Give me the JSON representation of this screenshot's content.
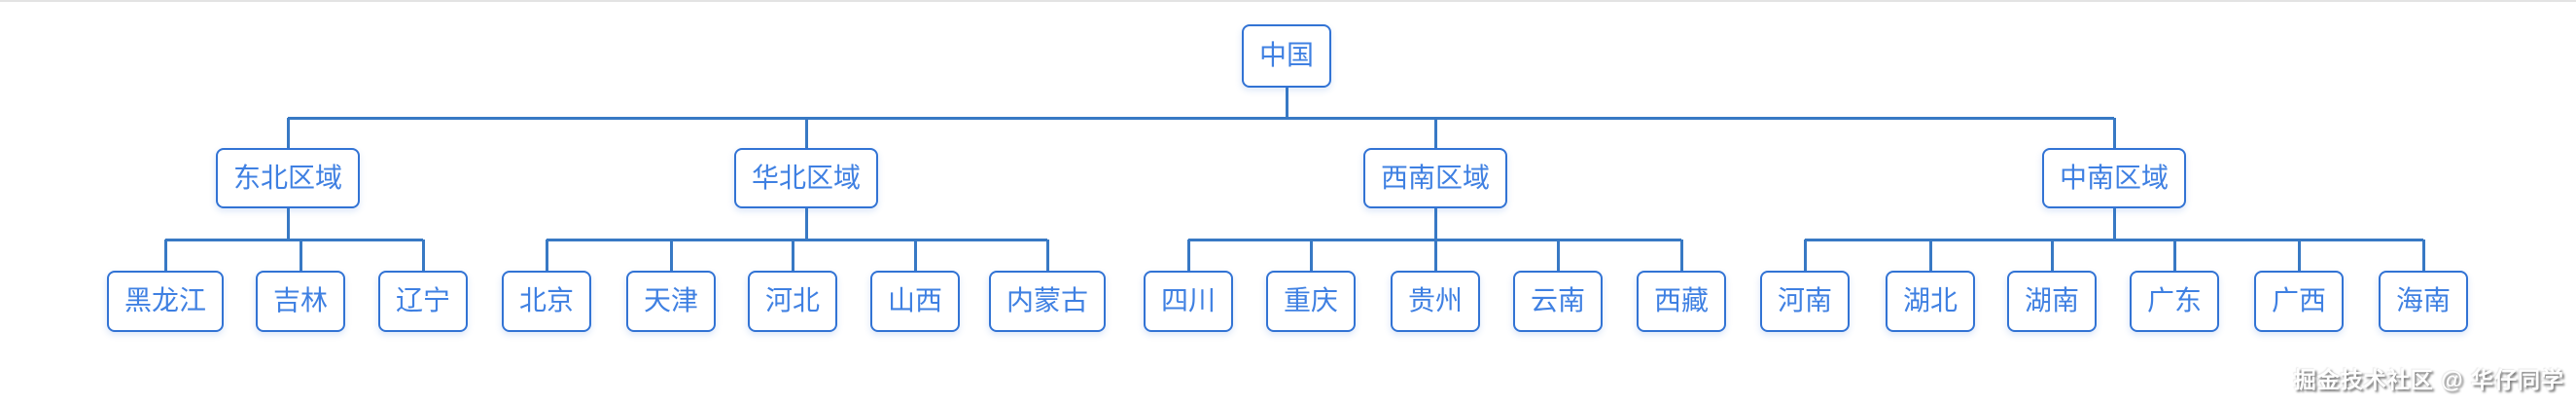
{
  "page": {
    "watermark": "掘金技术社区 @ 华仔同学"
  },
  "colors": {
    "node_border": "#3273d4",
    "node_text": "#3f80e2",
    "connector": "#3879c4"
  },
  "tree": {
    "root": {
      "label": "中国"
    },
    "regions": [
      {
        "label": "东北区域",
        "children": [
          {
            "label": "黑龙江"
          },
          {
            "label": "吉林"
          },
          {
            "label": "辽宁"
          }
        ]
      },
      {
        "label": "华北区域",
        "children": [
          {
            "label": "北京"
          },
          {
            "label": "天津"
          },
          {
            "label": "河北"
          },
          {
            "label": "山西"
          },
          {
            "label": "内蒙古"
          }
        ]
      },
      {
        "label": "西南区域",
        "children": [
          {
            "label": "四川"
          },
          {
            "label": "重庆"
          },
          {
            "label": "贵州"
          },
          {
            "label": "云南"
          },
          {
            "label": "西藏"
          }
        ]
      },
      {
        "label": "中南区域",
        "children": [
          {
            "label": "河南"
          },
          {
            "label": "湖北"
          },
          {
            "label": "湖南"
          },
          {
            "label": "广东"
          },
          {
            "label": "广西"
          },
          {
            "label": "海南"
          }
        ]
      }
    ]
  }
}
